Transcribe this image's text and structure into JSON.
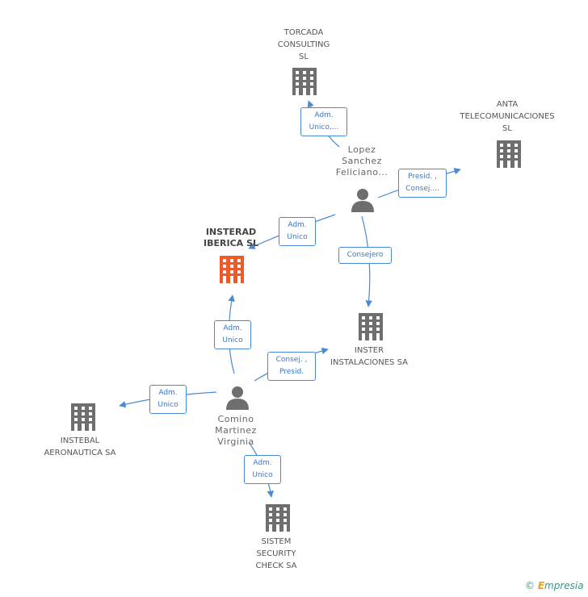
{
  "nodes": {
    "torcada": {
      "lines": [
        "TORCADA",
        "CONSULTING",
        "SL"
      ]
    },
    "anta": {
      "lines": [
        "ANTA",
        "TELECOMUNICACIONES",
        "SL"
      ]
    },
    "insterad": {
      "lines": [
        "INSTERAD",
        "IBERICA SL"
      ]
    },
    "inster": {
      "lines": [
        "INSTER",
        "INSTALACIONES SA"
      ]
    },
    "instebal": {
      "lines": [
        "INSTEBAL",
        "AERONAUTICA SA"
      ]
    },
    "sistem": {
      "lines": [
        "SISTEM",
        "SECURITY",
        "CHECK SA"
      ]
    },
    "lopez": {
      "lines": [
        "Lopez",
        "Sanchez",
        "Feliciano..."
      ]
    },
    "comino": {
      "lines": [
        "Comino",
        "Martinez",
        "Virginia"
      ]
    }
  },
  "edges": {
    "lopez_torcada": {
      "lines": [
        "Adm.",
        "Unico,..."
      ]
    },
    "lopez_anta": {
      "lines": [
        "Presid. ,",
        "Consej...."
      ]
    },
    "lopez_insterad": {
      "lines": [
        "Adm.",
        "Unico"
      ]
    },
    "lopez_inster": {
      "lines": [
        "Consejero"
      ]
    },
    "comino_insterad": {
      "lines": [
        "Adm.",
        "Unico"
      ]
    },
    "comino_inster": {
      "lines": [
        "Consej. ,",
        "Presid."
      ]
    },
    "comino_instebal": {
      "lines": [
        "Adm.",
        "Unico"
      ]
    },
    "comino_sistem": {
      "lines": [
        "Adm.",
        "Unico"
      ]
    }
  },
  "colors": {
    "building": "#6e6e6e",
    "building_main": "#f05a28",
    "person": "#6e6e6e",
    "edge": "#4a8ad4"
  },
  "credit": {
    "symbol": "©",
    "brand_first": "E",
    "brand_rest": "mpresia"
  }
}
